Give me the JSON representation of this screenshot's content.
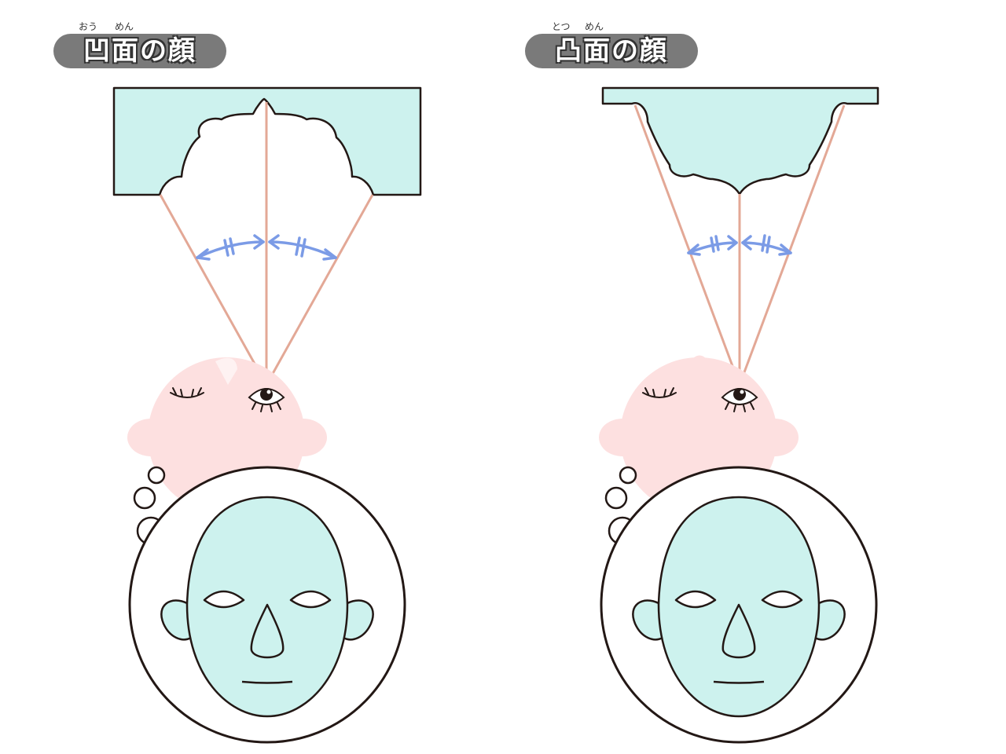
{
  "colors": {
    "mint": "#cdf2ee",
    "outline": "#231815",
    "ray": "#e3a896",
    "arrow": "#7b9be6",
    "head": "#fde0e0",
    "pill": "#7a7a7a"
  },
  "panels": [
    {
      "title": "凹面の顔",
      "ruby_first": "おう",
      "ruby_second": "めん"
    },
    {
      "title": "凸面の顔",
      "ruby_first": "とつ",
      "ruby_second": "めん"
    }
  ]
}
